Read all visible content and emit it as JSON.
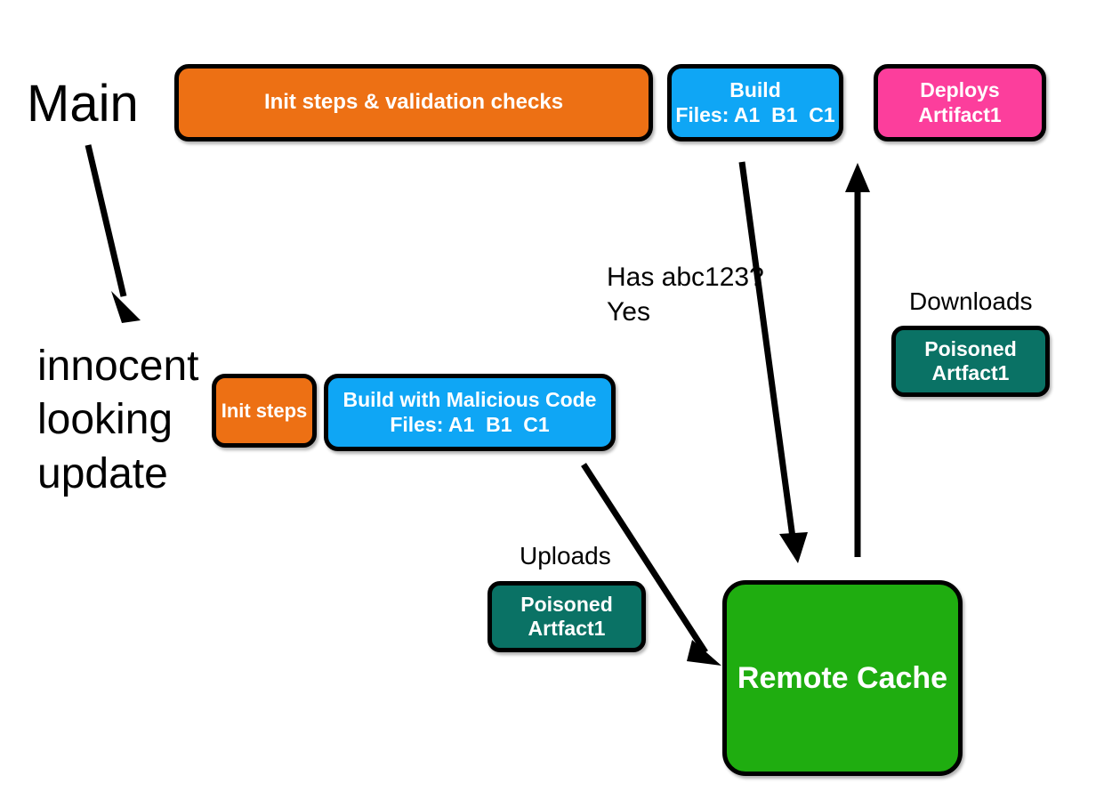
{
  "diagram": {
    "title": "Remote cache poisoning via malicious branch build",
    "background": "#ffffff"
  },
  "labels": {
    "main_branch": "Main",
    "feature_branch": "innocent\nlooking\nupdate",
    "cache_query": "Has abc123?\nYes",
    "downloads": "Downloads",
    "uploads": "Uploads"
  },
  "nodes": {
    "init_main": {
      "text": "Init steps & validation checks",
      "color": "#ED7014"
    },
    "build_main": {
      "line1": "Build",
      "line2": "Files: A1  B1  C1",
      "color": "#0FA6F5"
    },
    "deploys": {
      "line1": "Deploys",
      "line2": "Artifact1",
      "color": "#FC3E9C"
    },
    "init_feature": {
      "text": "Init steps",
      "color": "#ED7014"
    },
    "build_feature": {
      "line1": "Build with Malicious Code",
      "line2": "Files: A1  B1  C1",
      "color": "#0FA6F5"
    },
    "artifact_upload": {
      "line1": "Poisoned",
      "line2": "Artfact1",
      "color": "#0A7265"
    },
    "artifact_download": {
      "line1": "Poisoned",
      "line2": "Artfact1",
      "color": "#0A7265"
    },
    "remote_cache": {
      "text": "Remote Cache",
      "color": "#1FAD10"
    }
  },
  "arrows": {
    "main_to_feature": "branch-arrow-main-to-update",
    "build_to_cache": "arrow-build-queries-cache",
    "cache_to_deploys": "arrow-cache-to-deploys",
    "feature_to_cache": "arrow-upload-to-cache",
    "stroke": "#000000"
  }
}
